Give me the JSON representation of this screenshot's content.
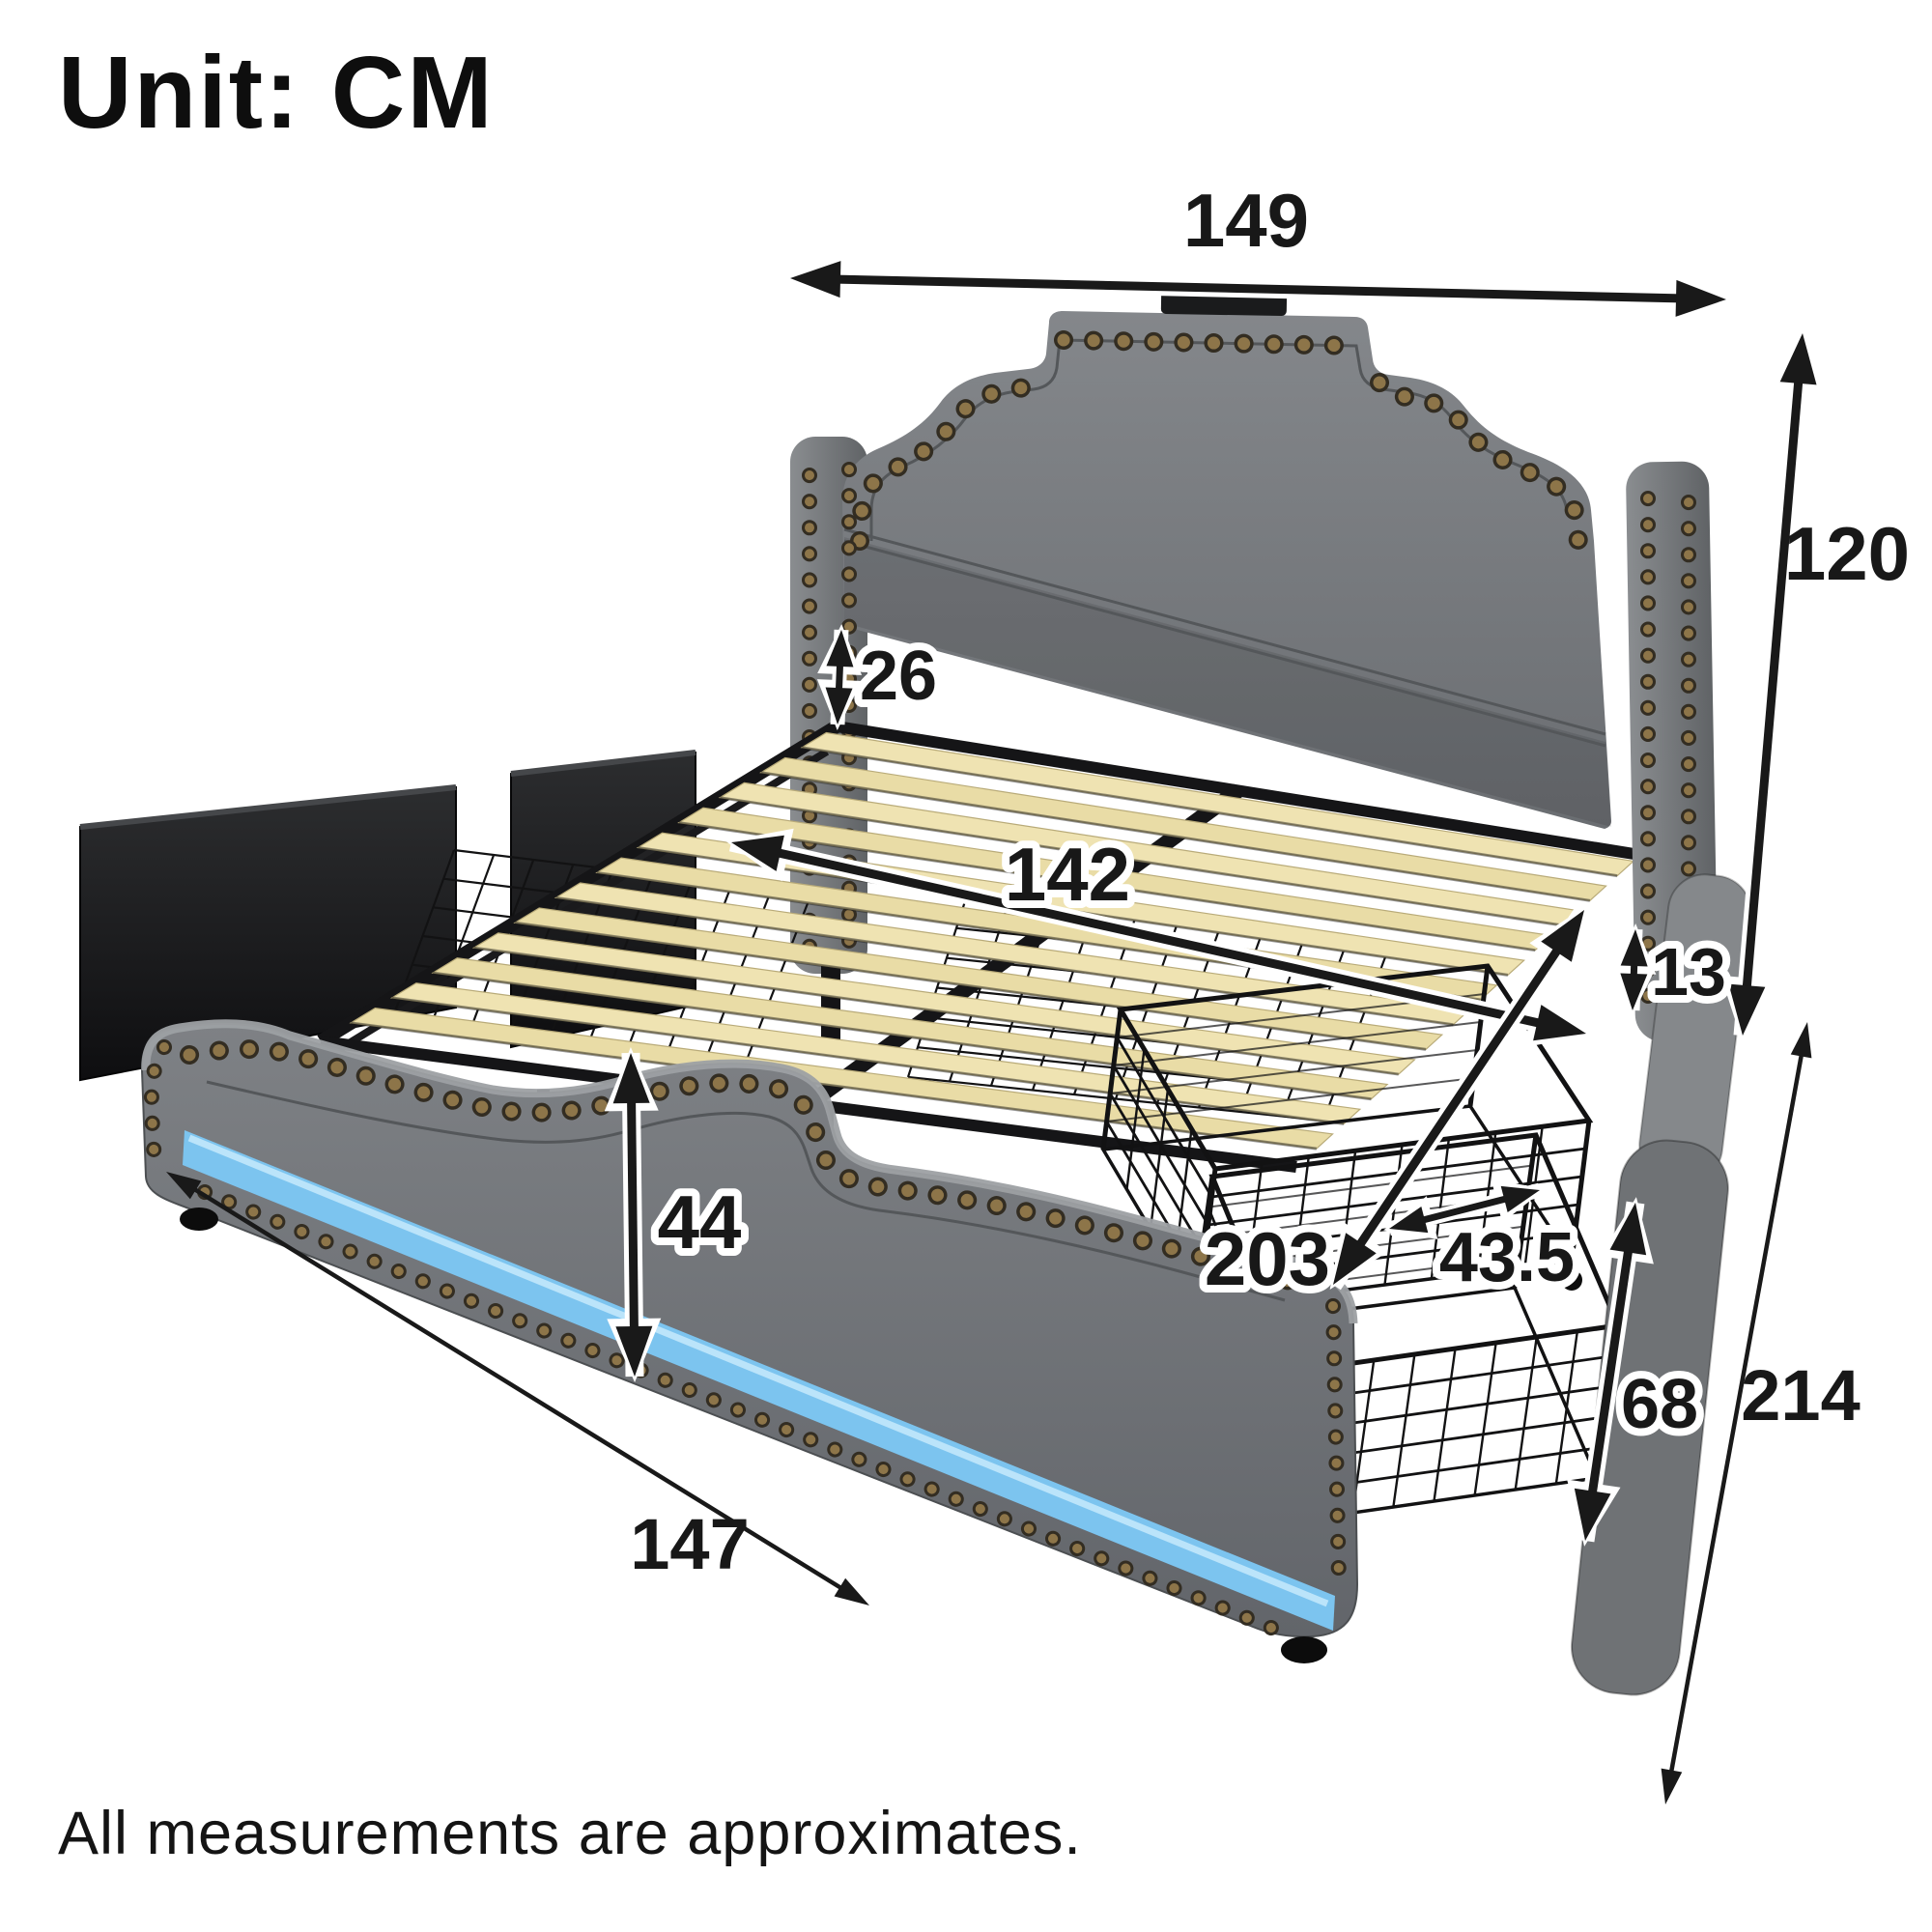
{
  "title": "Unit: CM",
  "unit": "CM",
  "footnote": "All measurements are approximates.",
  "measurements": {
    "headboard_width": "149",
    "headboard_height": "120",
    "headboard_bottom_to_slats": "26",
    "slats_width": "142",
    "slat_frame_height": "13",
    "footboard_height": "44",
    "slats_length": "203",
    "storage_drawer_width": "43.5",
    "storage_drawer_length": "68",
    "overall_length": "214",
    "footboard_width": "147"
  },
  "colors": {
    "led_strip_blue": "#7cc4ef",
    "led_strip_highlight": "#c2e8fc",
    "upholstery_gray": "#797c7f",
    "slat_wood_light": "#efe3b2",
    "slat_wood_dark": "#e9dca6",
    "nailhead_bronze": "#8d7549",
    "frame_black": "#161618",
    "wire_black": "#121213",
    "dimension_line": "#191919"
  }
}
